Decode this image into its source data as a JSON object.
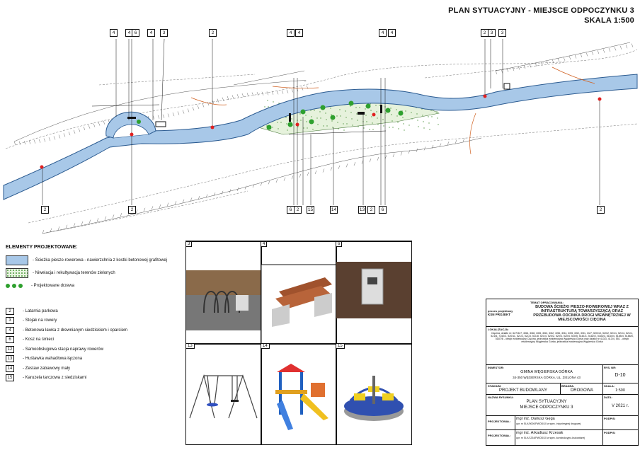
{
  "title": {
    "line1": "PLAN SYTUACYJNY - MIEJSCE ODPOCZYNKU 3",
    "line2": "SKALA 1:500"
  },
  "legend": {
    "header": "ELEMENTY PROJEKTOWANE:",
    "path": "- Ścieżka pieszo-rowerowa - nawierzchnia z kostki betonowej grafitowej",
    "green": "- Niwelacja i rekultywacja terenów zielonych",
    "trees": "- Projektowane drzewa",
    "items": [
      {
        "no": "2",
        "text": "- Latarnia parkowa"
      },
      {
        "no": "3",
        "text": "- Stojak na rowery"
      },
      {
        "no": "4",
        "text": "- Betonowa ławka z drewnianym siedziskiem i oparciem"
      },
      {
        "no": "6",
        "text": "- Kosz na śmieci"
      },
      {
        "no": "12",
        "text": "- Samoobsługowa stacja naprawy rowerów"
      },
      {
        "no": "13",
        "text": "- Huśtawka wahadłowa łączona"
      },
      {
        "no": "14",
        "text": "- Zestaw zabawowy mały"
      },
      {
        "no": "15",
        "text": "- Karuzela tarczowa z siedziskami"
      }
    ]
  },
  "photos": [
    {
      "no": "3"
    },
    {
      "no": "4"
    },
    {
      "no": "6"
    },
    {
      "no": "13"
    },
    {
      "no": "14"
    },
    {
      "no": "15"
    }
  ],
  "callouts_top": [
    "4",
    "4",
    "6",
    "4",
    "3",
    "2",
    "4",
    "4",
    "4",
    "4",
    "2",
    "3",
    "3"
  ],
  "callouts_bottom": [
    "2",
    "2",
    "6",
    "2",
    "15",
    "14",
    "13",
    "2",
    "6",
    "2"
  ],
  "titleblock": {
    "temat_label": "TEMAT OPRACOWANIA:",
    "temat": "BUDOWA ŚCIEŻKI PIESZO-ROWEROWEJ WRAZ Z INFRASTRUKTURĄ TOWARZYSZĄCĄ ORAZ PRZEBUDOWA ODCINKA DROGI WEWNĘTRZNEJ W MIEJSCOWOŚCI CIĘCINA",
    "stage_label": "proces projektowy",
    "stage": "KSN PROJEKT",
    "lok_label": "LOKALIZACJA:",
    "lok": "Cięcina, działki nr: 627/327, 3/66, 3/68, 3/65, 3/63, 3/62, 3/56, 3/54, 3/55, 3/52, 3/51, 3/27, 520/10, 520/2, 521/1, 521/4, 521/1, 521/6, 7152/2, 520/11, 521/2, 521/3, 521/8, 521/4, 520/2, 520/3, 520/4, 520/5, 5181/1, 5182/2, 5183/3, 5184/4, 5185/4, 5186/5, 5187/6 - obręb ewidencyjny Cięcina, jednostka ewidencyjna Węgierska Górka oraz działki nr 413/3, 413/4, 551 - obręb ewidencyjny Węgierska Górka, jednostka ewidencyjna Węgierska Górka",
    "inwestor_label": "INWESTOR:",
    "inwestor1": "GMINA WĘGIERSKA GÓRKA",
    "inwestor2": "34-350 WĘGIERSKA GÓRKA, UL. ZIELONA 43",
    "rys_label": "RYS. NR:",
    "rys": "D-10",
    "stadium_label": "STADIUM:",
    "stadium": "PROJEKT BUDOWLANY",
    "branza_label": "BRANŻA:",
    "branza": "DROGOWA",
    "skala_label": "SKALA:",
    "skala": "1:500",
    "nazwa_label": "NAZWA RYSUNKU:",
    "nazwa1": "PLAN SYTUACYJNY",
    "nazwa2": "MIEJSCE ODPOCZYNKU 3",
    "data_label": "DATA:",
    "data": "V  2021 r.",
    "proj_label": "PROJEKTOWAŁ:",
    "proj1": "mgr inż. Dariusz Gęga",
    "proj1_uprawn": "upr. nr SLK/0000/PWOD/10 w spec. inżynieryjnej drogowej",
    "proj2": "mgr inż. Arkadiusz Krzesak",
    "proj2_uprawn": "upr. nr SLK/1234/PWOD/10 w spec. konstrukcyjno-budowlanej",
    "podpis_label": "PODPIS:"
  },
  "colors": {
    "path": "#a8c8e8",
    "pathStroke": "#3a6aa0",
    "green": "#2ea02e",
    "lamp": "#e02020",
    "orange": "#d06020"
  }
}
